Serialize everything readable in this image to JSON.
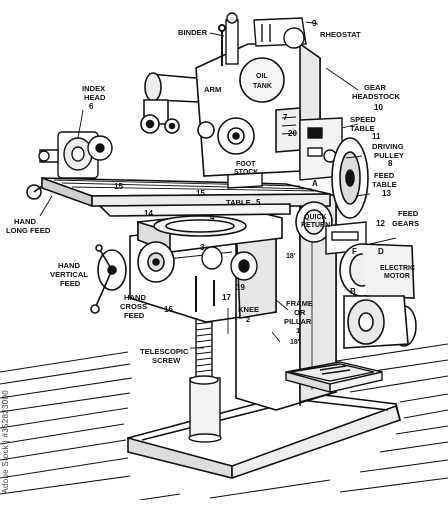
{
  "labels": {
    "binder": "BINDER",
    "rheostat": "RHEOSTAT",
    "n9": "9",
    "arm": "ARM",
    "oil_tank_1": "OIL",
    "oil_tank_2": "TANK",
    "gear_headstock_1": "GEAR",
    "gear_headstock_2": "HEADSTOCK",
    "n10": "10",
    "index_head_1": "INDEX",
    "index_head_2": "HEAD",
    "n6": "6",
    "n7": "7",
    "speed_table_1": "SPEED",
    "speed_table_2": "TABLE",
    "n11": "11",
    "n20": "20",
    "driving_pulley_1": "DRIVING",
    "driving_pulley_2": "PULLEY",
    "n8": "8",
    "foot_stock_1": "FOOT",
    "foot_stock_2": "STOCK",
    "feed_table_1": "FEED",
    "feed_table_2": "TABLE",
    "n13": "13",
    "n15a": "15",
    "n15b": "15",
    "table": "TABLE",
    "n5": "5",
    "n14": "14",
    "n4": "4",
    "quick_return_1": "QUICK",
    "quick_return_2": "RETURN",
    "feed_gears_1": "FEED",
    "feed_gears_2": "GEARS",
    "n12": "12",
    "hand_long_feed_1": "HAND",
    "hand_long_feed_2": "LONG FEED",
    "n3": "3",
    "n18a": "18'",
    "hand_vertical_feed_1": "HAND",
    "hand_vertical_feed_2": "VERTICAL",
    "hand_vertical_feed_3": "FEED",
    "hand_cross_feed_1": "HAND",
    "hand_cross_feed_2": "CROSS",
    "hand_cross_feed_3": "FEED",
    "n17": "17",
    "n19": "19",
    "n16": "16",
    "knee_1": "KNEE",
    "knee_2": "2",
    "frame_1": "FRAME",
    "frame_2": "OR",
    "frame_3": "PILLAR",
    "frame_4": "1",
    "electric_motor_1": "ELECTRIC",
    "electric_motor_2": "MOTOR",
    "d": "D",
    "f": "F",
    "b": "B",
    "a": "A",
    "n18b": "18'",
    "telescopic_1": "TELESCOPIC",
    "telescopic_2": "SCREW"
  },
  "watermark": {
    "side_id": "Adobe Stock | #352823000"
  },
  "colors": {
    "ink": "#111111",
    "paper": "#ffffff"
  }
}
